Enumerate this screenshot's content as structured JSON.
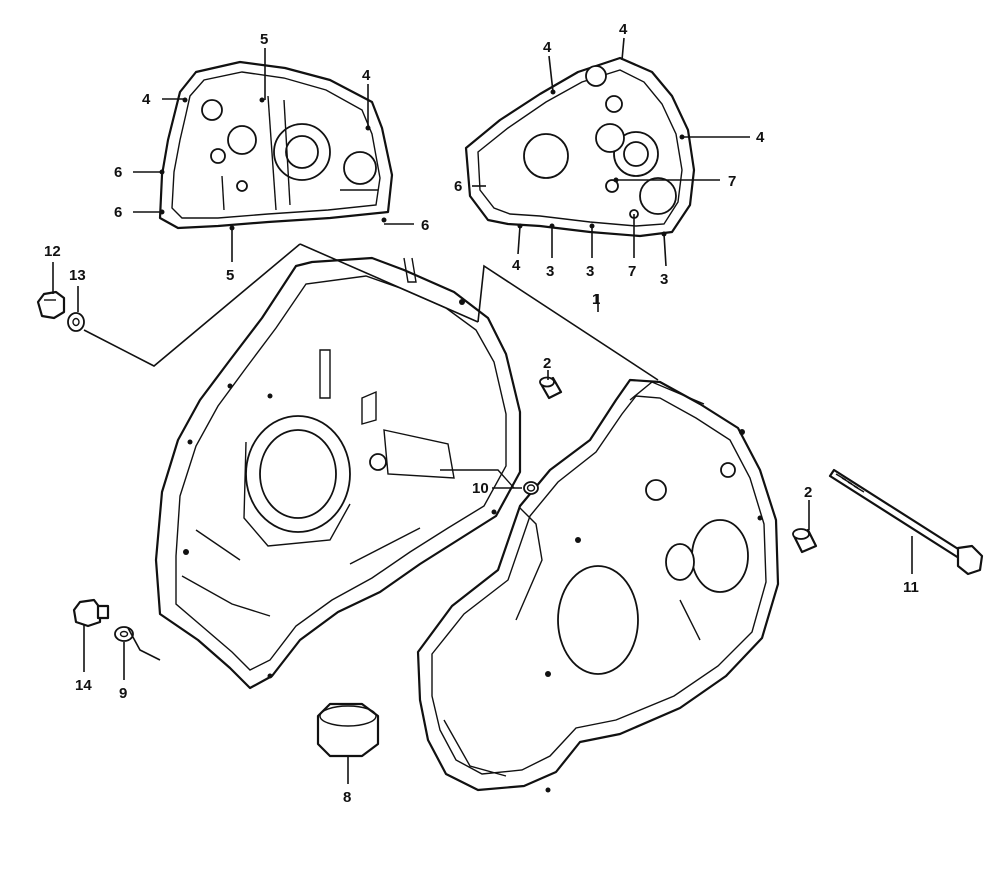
{
  "colors": {
    "line": "#111111",
    "background": "#ffffff"
  },
  "callouts": [
    {
      "id": "c1",
      "text": "1"
    },
    {
      "id": "c2a",
      "text": "2"
    },
    {
      "id": "c2b",
      "text": "2"
    },
    {
      "id": "c3a",
      "text": "3"
    },
    {
      "id": "c3b",
      "text": "3"
    },
    {
      "id": "c3c",
      "text": "3"
    },
    {
      "id": "c4a",
      "text": "4"
    },
    {
      "id": "c4b",
      "text": "4"
    },
    {
      "id": "c4c",
      "text": "4"
    },
    {
      "id": "c4d",
      "text": "4"
    },
    {
      "id": "c4e",
      "text": "4"
    },
    {
      "id": "c4f",
      "text": "4"
    },
    {
      "id": "c5a",
      "text": "5"
    },
    {
      "id": "c5b",
      "text": "5"
    },
    {
      "id": "c6a",
      "text": "6"
    },
    {
      "id": "c6b",
      "text": "6"
    },
    {
      "id": "c6c",
      "text": "6"
    },
    {
      "id": "c6d",
      "text": "6"
    },
    {
      "id": "c7a",
      "text": "7"
    },
    {
      "id": "c7b",
      "text": "7"
    },
    {
      "id": "c8",
      "text": "8"
    },
    {
      "id": "c9",
      "text": "9"
    },
    {
      "id": "c10",
      "text": "10"
    },
    {
      "id": "c11",
      "text": "11"
    },
    {
      "id": "c12",
      "text": "12"
    },
    {
      "id": "c13",
      "text": "13"
    },
    {
      "id": "c14",
      "text": "14"
    }
  ]
}
